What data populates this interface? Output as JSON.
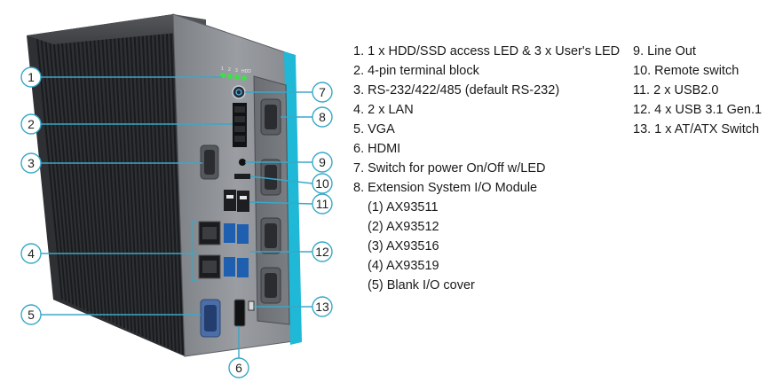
{
  "device": {
    "led_labels": [
      "1",
      "2",
      "3",
      "HDD"
    ]
  },
  "callouts": [
    {
      "id": "1"
    },
    {
      "id": "2"
    },
    {
      "id": "3"
    },
    {
      "id": "4"
    },
    {
      "id": "5"
    },
    {
      "id": "6"
    },
    {
      "id": "7"
    },
    {
      "id": "8"
    },
    {
      "id": "9"
    },
    {
      "id": "10"
    },
    {
      "id": "11"
    },
    {
      "id": "12"
    },
    {
      "id": "13"
    }
  ],
  "legend": {
    "col1": [
      "1. 1 x HDD/SSD access LED & 3 x User's LED",
      "2. 4-pin terminal block",
      "3. RS-232/422/485 (default RS-232)",
      "4. 2 x LAN",
      "5. VGA",
      "6. HDMI",
      "7. Switch for power On/Off w/LED",
      "8. Extension System I/O Module"
    ],
    "col1_sub": [
      "(1) AX93511",
      "(2) AX93512",
      "(3) AX93516",
      "(4) AX93519",
      "(5) Blank I/O cover"
    ],
    "col2": [
      "9. Line Out",
      "10. Remote switch",
      "11. 2 x USB2.0",
      "12. 4 x USB 3.1 Gen.1",
      "13. 1 x AT/ATX Switch"
    ]
  },
  "colors": {
    "accent_cyan": "#1fb8d6",
    "callout_line": "#3aa8c8",
    "led_green": "#3ee04a",
    "body_front": "#8a8d92",
    "body_side": "#3a3c40"
  }
}
